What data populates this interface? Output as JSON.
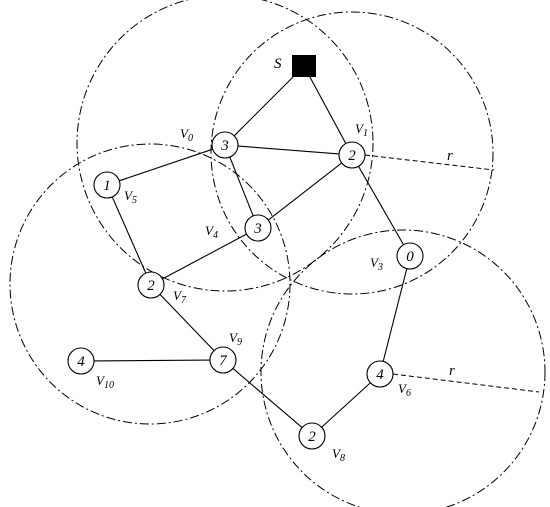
{
  "source": {
    "label": "S"
  },
  "radius_label": "r",
  "nodes": [
    {
      "id": "V0",
      "letter": "V",
      "sub": "0",
      "value": "3"
    },
    {
      "id": "V1",
      "letter": "V",
      "sub": "1",
      "value": "2"
    },
    {
      "id": "V3",
      "letter": "V",
      "sub": "3",
      "value": "0"
    },
    {
      "id": "V4",
      "letter": "V",
      "sub": "4",
      "value": "3"
    },
    {
      "id": "V5",
      "letter": "V",
      "sub": "5",
      "value": "1"
    },
    {
      "id": "V6",
      "letter": "V",
      "sub": "6",
      "value": "4"
    },
    {
      "id": "V7",
      "letter": "V",
      "sub": "7",
      "value": "2"
    },
    {
      "id": "V8",
      "letter": "V",
      "sub": "8",
      "value": "2"
    },
    {
      "id": "V9",
      "letter": "V",
      "sub": "9",
      "value": "7"
    },
    {
      "id": "V10",
      "letter": "V",
      "sub": "10",
      "value": "4"
    }
  ],
  "edges": [
    [
      "S",
      "V0"
    ],
    [
      "S",
      "V1"
    ],
    [
      "V0",
      "V1"
    ],
    [
      "V0",
      "V5"
    ],
    [
      "V0",
      "V4"
    ],
    [
      "V1",
      "V4"
    ],
    [
      "V1",
      "V3"
    ],
    [
      "V5",
      "V7"
    ],
    [
      "V4",
      "V7"
    ],
    [
      "V7",
      "V9"
    ],
    [
      "V10",
      "V9"
    ],
    [
      "V9",
      "V8"
    ],
    [
      "V8",
      "V6"
    ],
    [
      "V6",
      "V3"
    ]
  ]
}
